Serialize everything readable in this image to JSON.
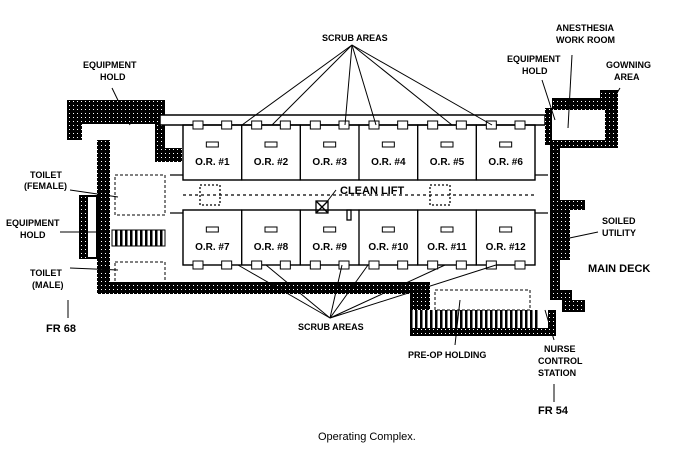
{
  "labels": {
    "scrub_top": "SCRUB AREAS",
    "scrub_bottom": "SCRUB AREAS",
    "equip_hold_left_top_1": "EQUIPMENT",
    "equip_hold_left_top_2": "HOLD",
    "equip_hold_left_mid_1": "EQUIPMENT",
    "equip_hold_left_mid_2": "HOLD",
    "equip_hold_right_1": "EQUIPMENT",
    "equip_hold_right_2": "HOLD",
    "anesthesia_1": "ANESTHESIA",
    "anesthesia_2": "WORK ROOM",
    "gowning_1": "GOWNING",
    "gowning_2": "AREA",
    "toilet_female_1": "TOILET",
    "toilet_female_2": "(FEMALE)",
    "toilet_male_1": "TOILET",
    "toilet_male_2": "(MALE)",
    "clean_lift": "CLEAN LIFT",
    "soiled_1": "SOILED",
    "soiled_2": "UTILITY",
    "main_deck": "MAIN DECK",
    "pre_op": "PRE-OP HOLDING",
    "nurse_1": "NURSE",
    "nurse_2": "CONTROL",
    "nurse_3": "STATION",
    "fr68": "FR 68",
    "fr54": "FR 54",
    "caption": "Operating Complex."
  },
  "operating_rooms": [
    "O.R. #1",
    "O.R. #2",
    "O.R. #3",
    "O.R. #4",
    "O.R. #5",
    "O.R. #6",
    "O.R. #7",
    "O.R. #8",
    "O.R. #9",
    "O.R. #10",
    "O.R. #11",
    "O.R. #12"
  ]
}
